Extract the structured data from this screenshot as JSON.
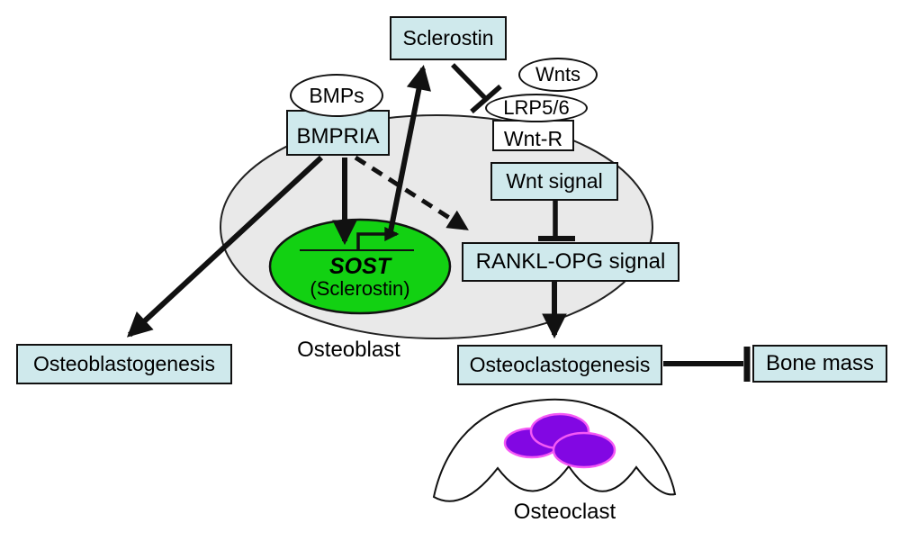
{
  "nodes": {
    "sclerostin": "Sclerostin",
    "bmps": "BMPs",
    "bmpria": "BMPRIA",
    "wnts": "Wnts",
    "lrp56": "LRP5/6",
    "wnt_r": "Wnt-R",
    "wnt_signal": "Wnt signal",
    "rankl_opg_signal": "RANKL-OPG signal",
    "sost": "SOST",
    "sost_sub": "(Sclerostin)",
    "osteoblastogenesis": "Osteoblastogenesis",
    "osteoclastogenesis": "Osteoclastogenesis",
    "bone_mass": "Bone mass",
    "osteoblast": "Osteoblast",
    "osteoclast": "Osteoclast"
  },
  "edges": [
    {
      "from": "BMPRIA",
      "to": "SOST",
      "type": "activation"
    },
    {
      "from": "BMPRIA",
      "to": "Osteoblastogenesis",
      "type": "activation"
    },
    {
      "from": "BMPRIA",
      "to": "RANKL-OPG signal",
      "type": "activation-dashed"
    },
    {
      "from": "SOST",
      "to": "Sclerostin",
      "type": "activation"
    },
    {
      "from": "Sclerostin",
      "to": "LRP5/6",
      "type": "inhibition"
    },
    {
      "from": "Wnt signal",
      "to": "RANKL-OPG signal",
      "type": "inhibition"
    },
    {
      "from": "RANKL-OPG signal",
      "to": "Osteoclastogenesis",
      "type": "activation"
    },
    {
      "from": "Osteoclastogenesis",
      "to": "Bone mass",
      "type": "inhibition"
    },
    {
      "at": "SOST",
      "type": "transcription-start"
    }
  ],
  "colors": {
    "box_fill": "#cfe9ec",
    "receptor_fill": "#ffffff",
    "gene_fill": "#12d112",
    "cell_fill": "#e9e9e9",
    "nucleus_fill": "#8207e3",
    "nucleus_rim": "#f559f5",
    "line": "#111111",
    "background": "#ffffff"
  }
}
